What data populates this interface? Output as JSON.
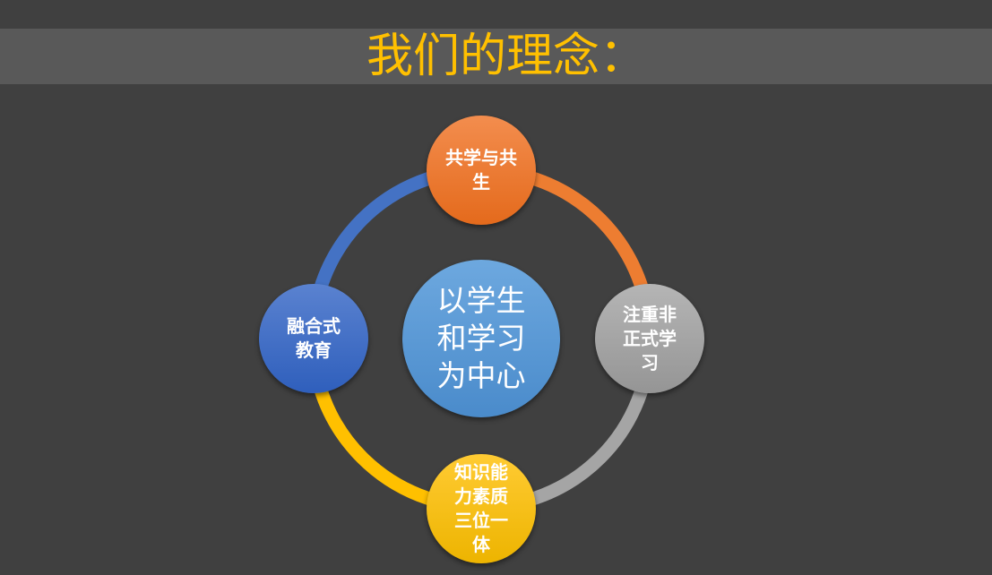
{
  "title": "我们的理念：",
  "center": {
    "label": "以学生和学习为中心",
    "color": "#5B9BD5"
  },
  "nodes": [
    {
      "label": "共学与共生",
      "color": "#ED7D31"
    },
    {
      "label": "注重非正式学习",
      "color": "#A5A5A5"
    },
    {
      "label": "知识能力素质三位一体",
      "color": "#FFC000"
    },
    {
      "label": "融合式教育",
      "color": "#4472C4"
    }
  ]
}
